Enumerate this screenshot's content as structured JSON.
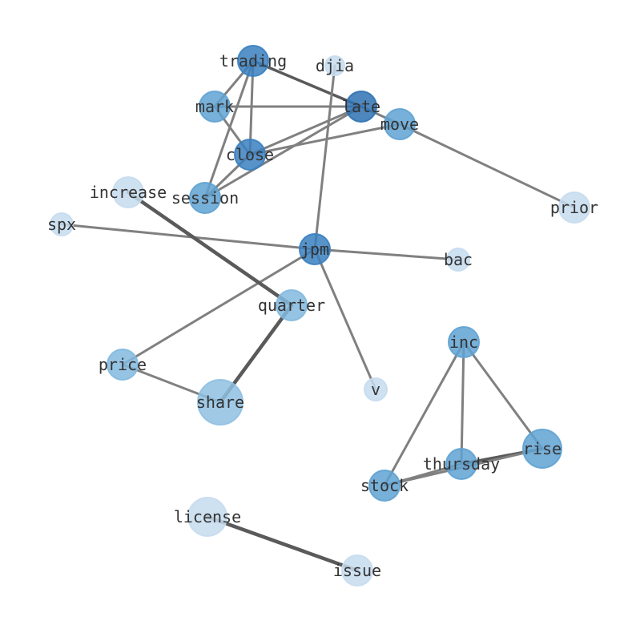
{
  "nodes": [
    {
      "id": "trading",
      "label": "trading",
      "color": "#3a80c0",
      "size": 19
    },
    {
      "id": "djia",
      "label": "djia",
      "color": "#c6dcef",
      "size": 12
    },
    {
      "id": "mark",
      "label": "mark",
      "color": "#5fa2d2",
      "size": 19
    },
    {
      "id": "late",
      "label": "late",
      "color": "#2f72b3",
      "size": 19
    },
    {
      "id": "move",
      "label": "move",
      "color": "#5fa2d2",
      "size": 19
    },
    {
      "id": "close",
      "label": "close",
      "color": "#3a80c0",
      "size": 19
    },
    {
      "id": "increase",
      "label": "increase",
      "color": "#c6dcef",
      "size": 19
    },
    {
      "id": "session",
      "label": "session",
      "color": "#5fa2d2",
      "size": 19
    },
    {
      "id": "prior",
      "label": "prior",
      "color": "#c6dcef",
      "size": 19
    },
    {
      "id": "spx",
      "label": "spx",
      "color": "#c6dcef",
      "size": 14
    },
    {
      "id": "jpm",
      "label": "jpm",
      "color": "#3a80c0",
      "size": 19
    },
    {
      "id": "bac",
      "label": "bac",
      "color": "#c6dcef",
      "size": 14
    },
    {
      "id": "quarter",
      "label": "quarter",
      "color": "#82b9de",
      "size": 19
    },
    {
      "id": "inc",
      "label": "inc",
      "color": "#5fa2d2",
      "size": 19
    },
    {
      "id": "price",
      "label": "price",
      "color": "#82b9de",
      "size": 19
    },
    {
      "id": "v",
      "label": "v",
      "color": "#c6dcef",
      "size": 14
    },
    {
      "id": "share",
      "label": "share",
      "color": "#8fc0e2",
      "size": 28
    },
    {
      "id": "thursday",
      "label": "thursday",
      "color": "#5fa2d2",
      "size": 19
    },
    {
      "id": "rise",
      "label": "rise",
      "color": "#5fa2d2",
      "size": 24
    },
    {
      "id": "stock",
      "label": "stock",
      "color": "#5fa2d2",
      "size": 19
    },
    {
      "id": "license",
      "label": "license",
      "color": "#c6dcef",
      "size": 24
    },
    {
      "id": "issue",
      "label": "issue",
      "color": "#c6dcef",
      "size": 19
    }
  ],
  "edges": [
    {
      "source": "trading",
      "target": "late",
      "weight": 4
    },
    {
      "source": "trading",
      "target": "mark",
      "weight": 3
    },
    {
      "source": "trading",
      "target": "close",
      "weight": 3
    },
    {
      "source": "trading",
      "target": "session",
      "weight": 3
    },
    {
      "source": "mark",
      "target": "late",
      "weight": 3
    },
    {
      "source": "mark",
      "target": "close",
      "weight": 3
    },
    {
      "source": "late",
      "target": "move",
      "weight": 3
    },
    {
      "source": "late",
      "target": "close",
      "weight": 3
    },
    {
      "source": "late",
      "target": "session",
      "weight": 3
    },
    {
      "source": "close",
      "target": "move",
      "weight": 3
    },
    {
      "source": "close",
      "target": "session",
      "weight": 3
    },
    {
      "source": "move",
      "target": "prior",
      "weight": 3
    },
    {
      "source": "djia",
      "target": "jpm",
      "weight": 3
    },
    {
      "source": "spx",
      "target": "jpm",
      "weight": 3
    },
    {
      "source": "jpm",
      "target": "bac",
      "weight": 3
    },
    {
      "source": "jpm",
      "target": "price",
      "weight": 3
    },
    {
      "source": "jpm",
      "target": "v",
      "weight": 3
    },
    {
      "source": "increase",
      "target": "quarter",
      "weight": 5
    },
    {
      "source": "quarter",
      "target": "share",
      "weight": 5
    },
    {
      "source": "price",
      "target": "share",
      "weight": 3
    },
    {
      "source": "inc",
      "target": "thursday",
      "weight": 3
    },
    {
      "source": "inc",
      "target": "rise",
      "weight": 3
    },
    {
      "source": "inc",
      "target": "stock",
      "weight": 3
    },
    {
      "source": "thursday",
      "target": "rise",
      "weight": 4
    },
    {
      "source": "stock",
      "target": "rise",
      "weight": 3
    },
    {
      "source": "stock",
      "target": "thursday",
      "weight": 3
    },
    {
      "source": "license",
      "target": "issue",
      "weight": 5
    }
  ]
}
